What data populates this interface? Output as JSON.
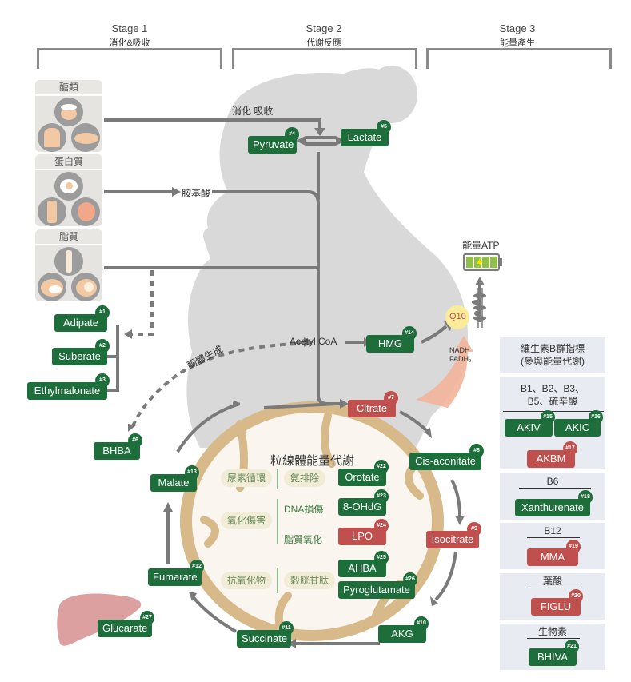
{
  "stages": [
    {
      "title": "Stage 1",
      "subtitle": "消化&吸收"
    },
    {
      "title": "Stage 2",
      "subtitle": "代謝反應"
    },
    {
      "title": "Stage 3",
      "subtitle": "能量產生"
    }
  ],
  "food_groups": [
    {
      "label": "醣類",
      "items": [
        "rice-bowl",
        "bread",
        "sweet-potato"
      ]
    },
    {
      "label": "蛋白質",
      "items": [
        "egg",
        "milk",
        "salmon"
      ]
    },
    {
      "label": "脂質",
      "items": [
        "oil",
        "coconut",
        "avocado"
      ]
    }
  ],
  "flow_labels": {
    "digest_absorb": "消化 吸收",
    "amino_acid": "胺基酸",
    "acetyl_coa": "Acetyl CoA",
    "ketogenesis": "酮體生成",
    "atp": "能量ATP",
    "q10": "Q10",
    "nadh": "NADH",
    "fadh2": "FADH₂"
  },
  "markers": {
    "m1": {
      "num": "#1",
      "name": "Adipate",
      "status": "green"
    },
    "m2": {
      "num": "#2",
      "name": "Suberate",
      "status": "green"
    },
    "m3": {
      "num": "#3",
      "name": "Ethylmalonate",
      "status": "green"
    },
    "m4": {
      "num": "#4",
      "name": "Pyruvate",
      "status": "green"
    },
    "m5": {
      "num": "#5",
      "name": "Lactate",
      "status": "green"
    },
    "m6": {
      "num": "#6",
      "name": "BHBA",
      "status": "green"
    },
    "m7": {
      "num": "#7",
      "name": "Citrate",
      "status": "red"
    },
    "m8": {
      "num": "#8",
      "name": "Cis-aconitate",
      "status": "green"
    },
    "m9": {
      "num": "#9",
      "name": "Isocitrate",
      "status": "red"
    },
    "m10": {
      "num": "#10",
      "name": "AKG",
      "status": "green"
    },
    "m11": {
      "num": "#11",
      "name": "Succinate",
      "status": "green"
    },
    "m12": {
      "num": "#12",
      "name": "Fumarate",
      "status": "green"
    },
    "m13": {
      "num": "#13",
      "name": "Malate",
      "status": "green"
    },
    "m14": {
      "num": "#14",
      "name": "HMG",
      "status": "green"
    },
    "m15": {
      "num": "#15",
      "name": "AKIV",
      "status": "green"
    },
    "m16": {
      "num": "#16",
      "name": "AKIC",
      "status": "green"
    },
    "m17": {
      "num": "#17",
      "name": "AKBM",
      "status": "red"
    },
    "m18": {
      "num": "#18",
      "name": "Xanthurenate",
      "status": "green"
    },
    "m19": {
      "num": "#19",
      "name": "MMA",
      "status": "red"
    },
    "m20": {
      "num": "#20",
      "name": "FIGLU",
      "status": "red"
    },
    "m21": {
      "num": "#21",
      "name": "BHIVA",
      "status": "green"
    },
    "m22": {
      "num": "#22",
      "name": "Orotate",
      "status": "green"
    },
    "m23": {
      "num": "#23",
      "name": "8-OHdG",
      "status": "green"
    },
    "m24": {
      "num": "#24",
      "name": "LPO",
      "status": "red"
    },
    "m25": {
      "num": "#25",
      "name": "AHBA",
      "status": "green"
    },
    "m26": {
      "num": "#26",
      "name": "Pyroglutamate",
      "status": "green"
    },
    "m27": {
      "num": "#27",
      "name": "Glucarate",
      "status": "green"
    }
  },
  "mitochondria": {
    "title": "粒線體能量代謝",
    "categories": [
      {
        "label": "尿素循環",
        "subs": [
          "氨排除"
        ]
      },
      {
        "label": "氧化傷害",
        "subs": [
          "DNA損傷",
          "脂質氧化"
        ]
      },
      {
        "label": "抗氧化物",
        "subs": [
          "穀胱甘肽"
        ]
      }
    ]
  },
  "vitamin_panel": {
    "title_line1": "維生素B群指標",
    "title_line2": "(參與能量代謝)",
    "groups": [
      {
        "label_line1": "B1、B2、B3、",
        "label_line2": "B5、硫辛酸"
      },
      {
        "label_line1": "B6"
      },
      {
        "label_line1": "B12"
      },
      {
        "label_line1": "葉酸"
      },
      {
        "label_line1": "生物素"
      }
    ]
  },
  "colors": {
    "normal": "#1d6e3b",
    "abnormal": "#c0504d",
    "arrow": "#7a7a7a",
    "panel": "#e9ebf3"
  }
}
